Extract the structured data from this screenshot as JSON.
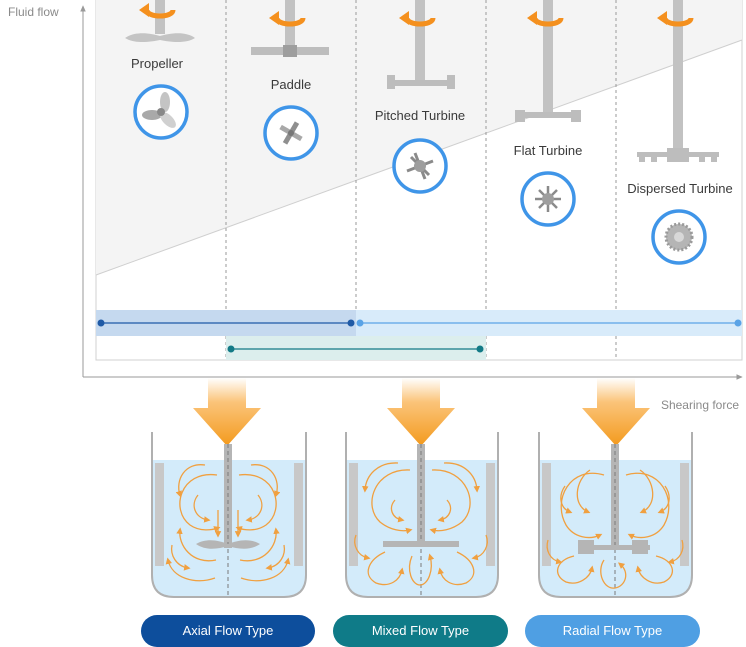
{
  "axes": {
    "y_label": "Fluid flow",
    "x_label": "Shearing force"
  },
  "impellers": [
    {
      "name": "Propeller"
    },
    {
      "name": "Paddle"
    },
    {
      "name": "Pitched Turbine"
    },
    {
      "name": "Flat Turbine"
    },
    {
      "name": "Dispersed Turbine"
    }
  ],
  "flow_types": [
    {
      "label": "Axial Flow Type",
      "color": "#0d4e9c"
    },
    {
      "label": "Mixed Flow Type",
      "color": "#0f7b88"
    },
    {
      "label": "Radial Flow Type",
      "color": "#4f9fe3"
    }
  ],
  "colors": {
    "shaft": "#bdbdbd",
    "rotation_arrow": "#f4901e",
    "icon_ring": "#3f95e8",
    "band_light": "#d8ebfa",
    "band_dark": "#c9dcf0",
    "band_teal": "#dfefee",
    "liquid": "#d3ebfa",
    "flow_line": "#f0a040"
  }
}
